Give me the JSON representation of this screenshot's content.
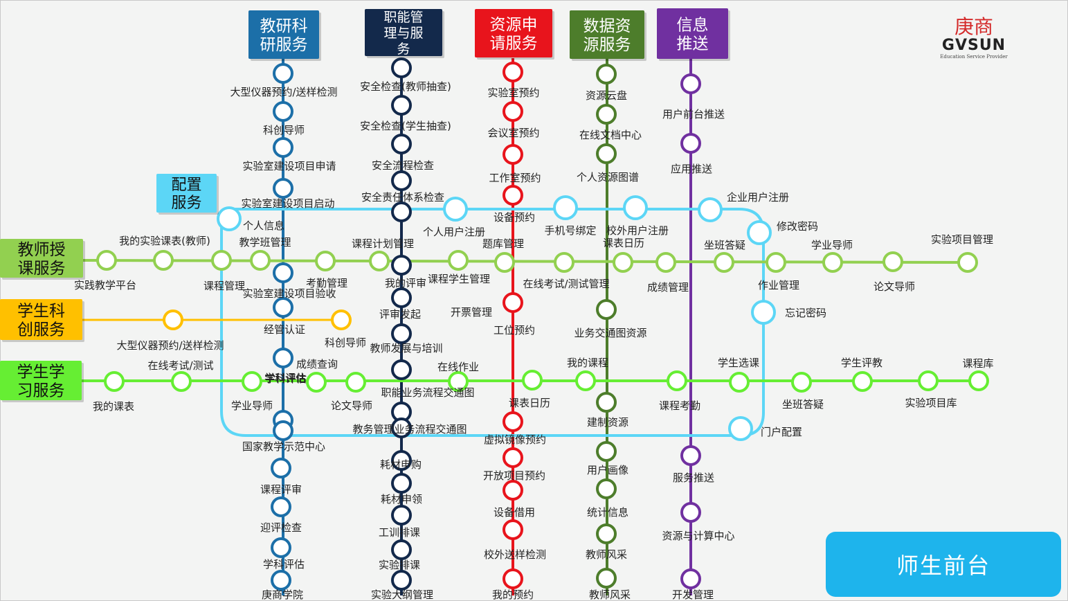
{
  "colors": {
    "teaching": "#1c6fa8",
    "management": "#13294b",
    "resource": "#e8141c",
    "data": "#4d7d2b",
    "info": "#7030a0",
    "config": "#5cd6f6",
    "teacher_course": "#92d050",
    "student_innovation": "#ffc000",
    "student_study": "#66ee33"
  },
  "logo": {
    "cn": "庚商",
    "en": "GVSUN",
    "tagline": "Education Service Provider"
  },
  "front_button": "师生前台",
  "headers": {
    "teaching": "教研科\n研服务",
    "management": "职能管\n理与服\n务",
    "resource": "资源申\n请服务",
    "data": "数据资\n源服务",
    "info": "信息\n推送",
    "config": "配置\n服务",
    "teacher_course": "教师授\n课服务",
    "student_innovation": "学生科\n创服务",
    "student_study": "学生学\n习服务"
  },
  "lines": {
    "teaching": [
      "大型仪器预约/送样检测",
      "科创导师",
      "实验室建设项目申请",
      "实验室建设项目启动",
      "实验室建设项目验收",
      "经管认证",
      "学科评估",
      "学业导师",
      "国家教学示范中心",
      "课程评审",
      "迎评检查",
      "学科评估",
      "庚商学院"
    ],
    "management": [
      "安全检查(教师抽查)",
      "安全检查(学生抽查)",
      "安全流程检查",
      "安全责任体系检查",
      "我的评审",
      "评审发起",
      "教师发展与培训",
      "职能业务流程交通图",
      "教务管理业务流程交通图",
      "耗材申购",
      "耗材申领",
      "工训排课",
      "实验排课",
      "实验大纲管理"
    ],
    "resource": [
      "实验室预约",
      "会议室预约",
      "工作室预约",
      "设备预约",
      "工位预约",
      "课表日历",
      "虚拟镜像预约",
      "开放项目预约",
      "设备借用",
      "校外送样检测",
      "我的预约"
    ],
    "data": [
      "资源云盘",
      "在线文档中心",
      "个人资源图谱",
      "课表日历",
      "业务交通图资源",
      "建制资源",
      "用户画像",
      "统计信息",
      "教师风采",
      "教师风采"
    ],
    "info": [
      "用户前台推送",
      "应用推送",
      "服务推送",
      "资源与计算中心",
      "开发管理"
    ],
    "config": [
      "个人信息",
      "个人用户注册",
      "手机号绑定",
      "校外用户注册",
      "企业用户注册",
      "修改密码",
      "忘记密码",
      "门户配置"
    ],
    "teacher_course": [
      "实践教学平台",
      "我的实验课表(教师)",
      "课程管理",
      "教学班管理",
      "考勤管理",
      "课程计划管理",
      "课程学生管理",
      "题库管理",
      "在线考试/测试管理",
      "成绩管理",
      "坐班答疑",
      "作业管理",
      "学业导师",
      "论文导师",
      "实验项目管理"
    ],
    "student_innovation": [
      "大型仪器预约/送样检测",
      "科创导师"
    ],
    "student_study": [
      "我的课表",
      "在线考试/测试",
      "学科评估",
      "成绩查询",
      "论文导师",
      "在线作业",
      "开票管理",
      "我的课程",
      "课程考勤",
      "学生选课",
      "坐班答疑",
      "学生评教",
      "实验项目库",
      "课程库"
    ]
  }
}
